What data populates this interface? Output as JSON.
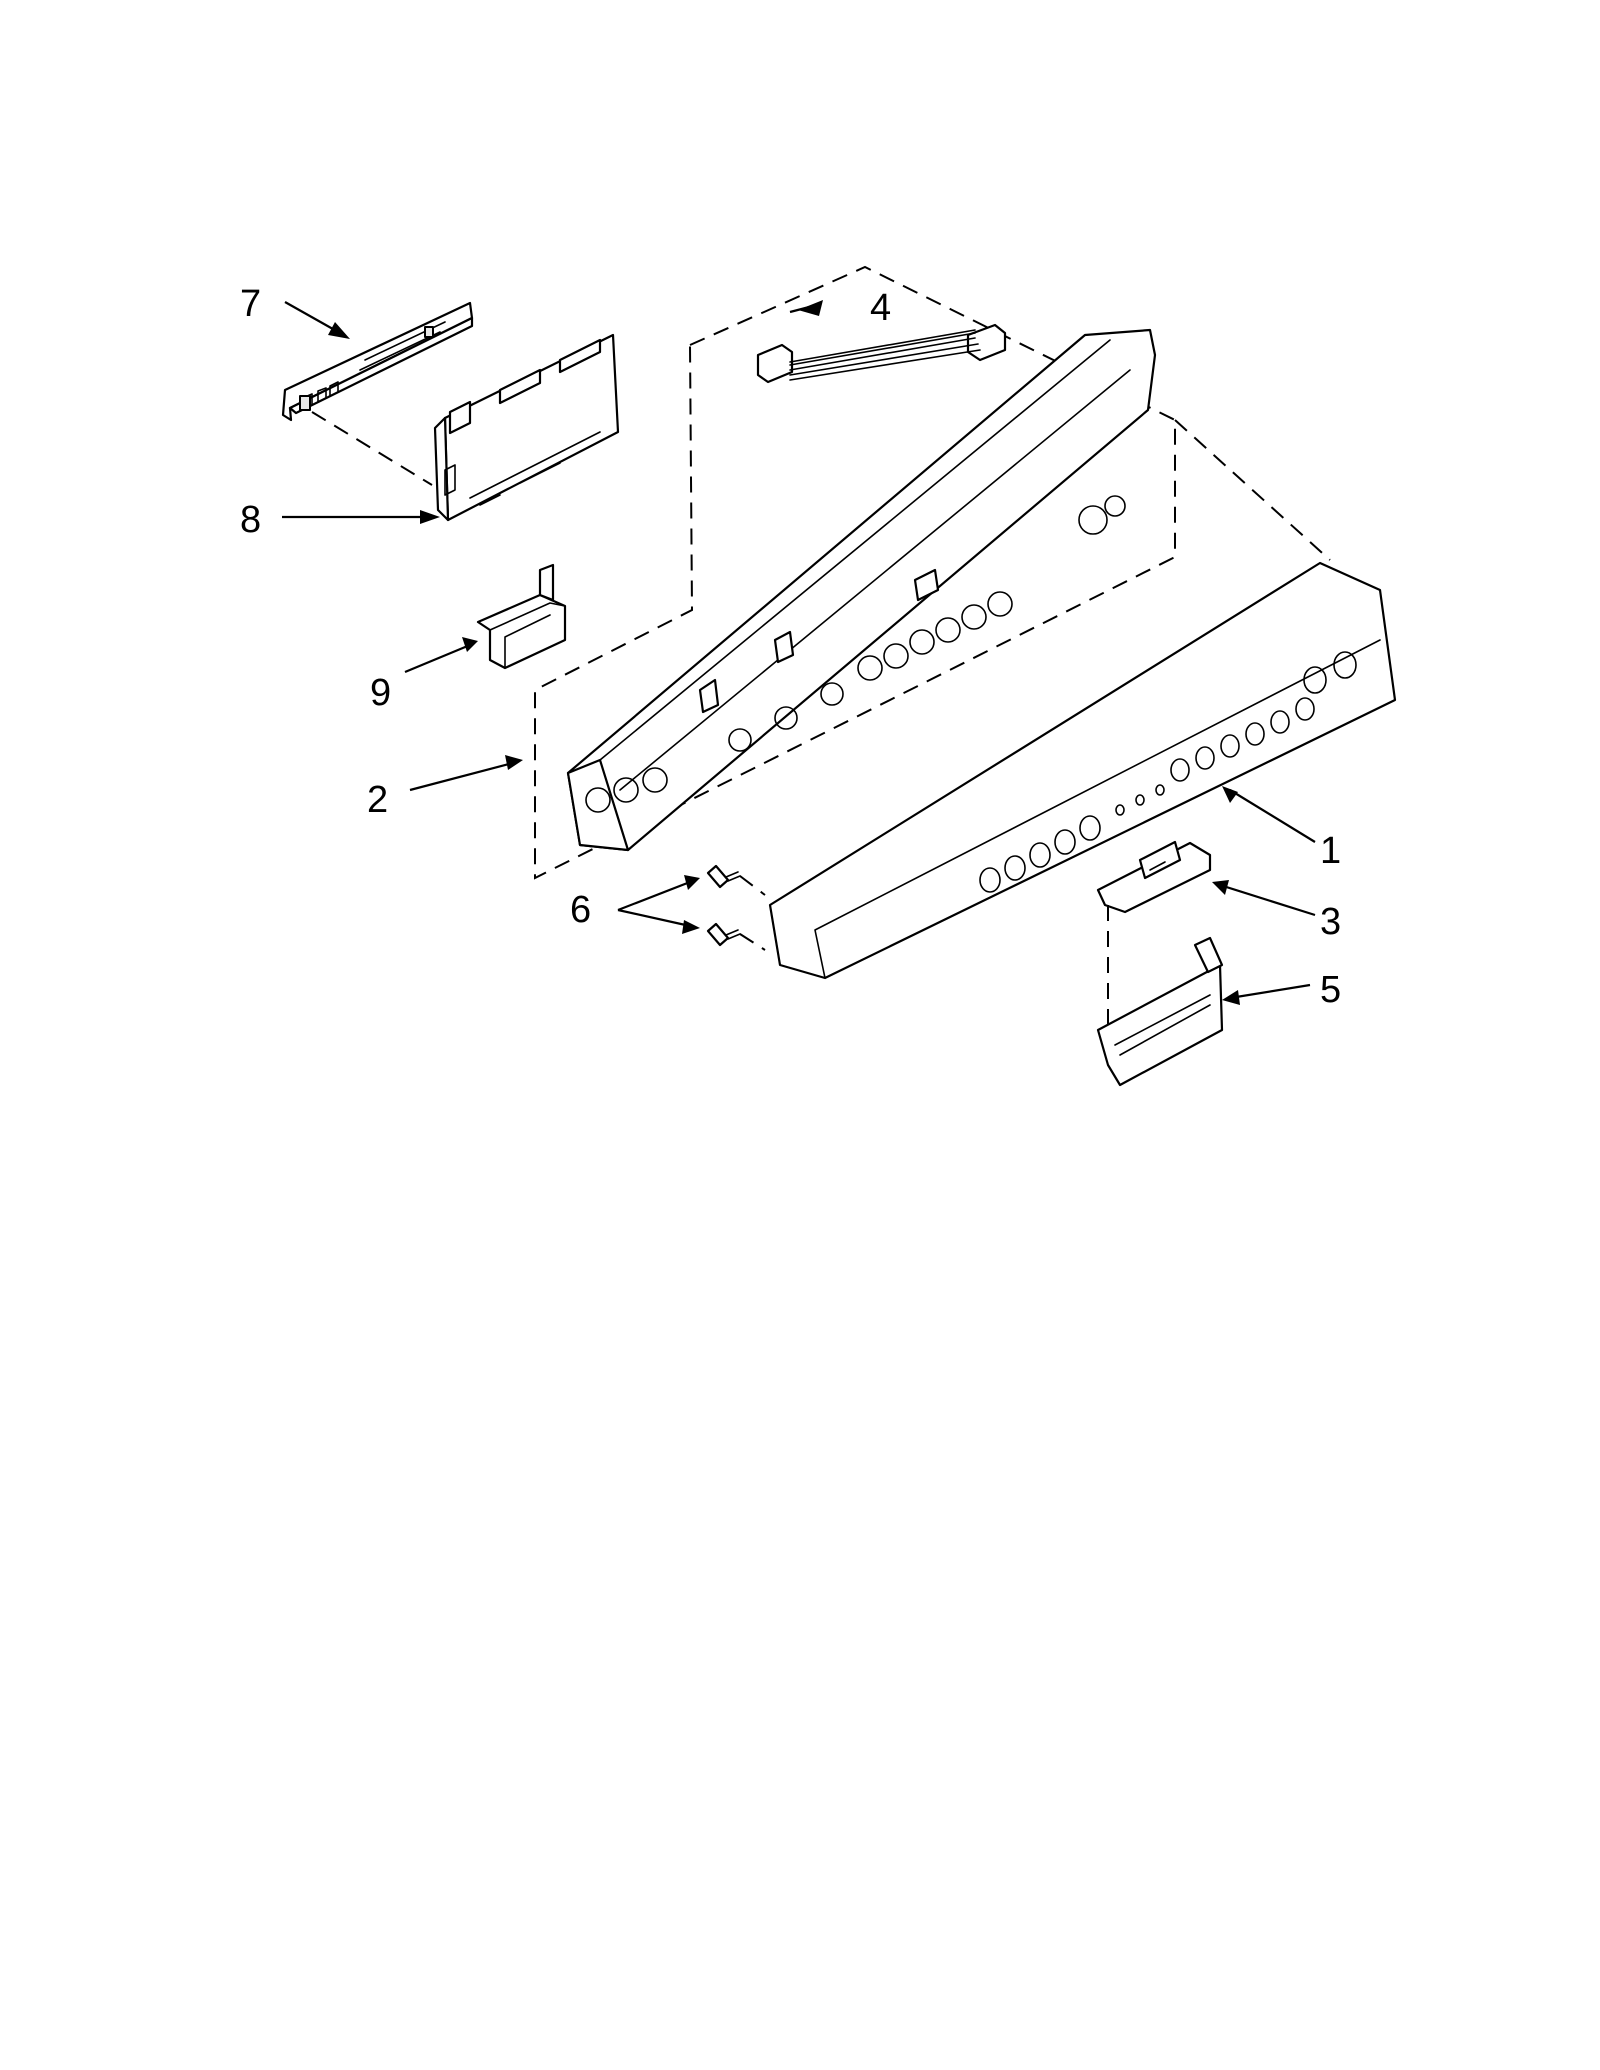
{
  "colors": {
    "background": "#ffffff",
    "ink": "#000000"
  },
  "callouts": [
    {
      "id": "1",
      "label": "1"
    },
    {
      "id": "2",
      "label": "2"
    },
    {
      "id": "3",
      "label": "3"
    },
    {
      "id": "4",
      "label": "4"
    },
    {
      "id": "5",
      "label": "5"
    },
    {
      "id": "6",
      "label": "6"
    },
    {
      "id": "7",
      "label": "7"
    },
    {
      "id": "8",
      "label": "8"
    },
    {
      "id": "9",
      "label": "9"
    }
  ]
}
